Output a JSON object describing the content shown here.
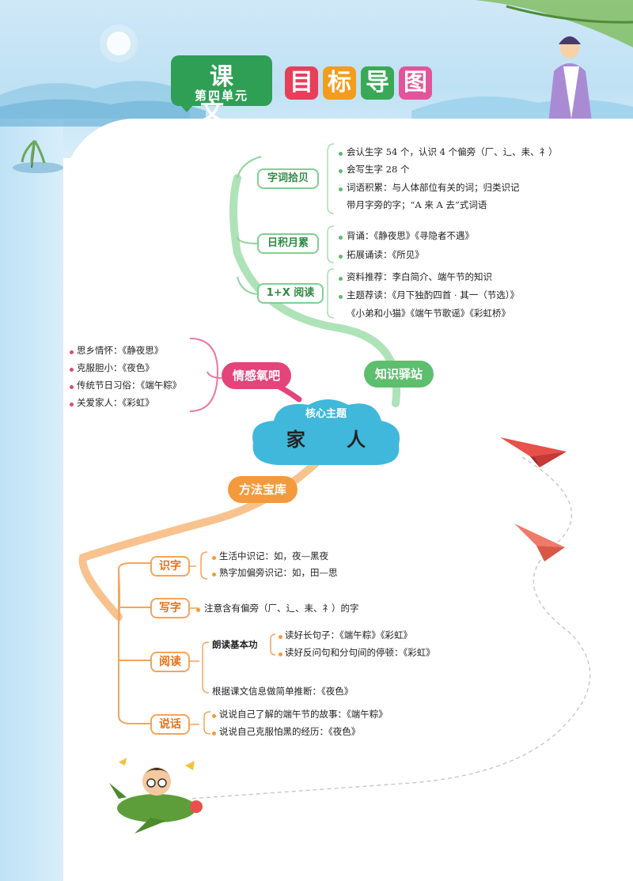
{
  "header": {
    "lesson_label": "课文",
    "unit_label": "第四单元",
    "title_chars": [
      "目",
      "标",
      "导",
      "图"
    ],
    "title_colors": [
      "#e83e5a",
      "#f39c1e",
      "#3aa856",
      "#e3559a"
    ]
  },
  "core": {
    "label": "核心主题",
    "title": "家 人"
  },
  "branches": {
    "knowledge": {
      "label": "知识驿站",
      "color": "#5dbf6e",
      "groups": [
        {
          "label": "字词拾贝",
          "items": [
            "会认生字 54 个，认识 4 个偏旁（厂、辶、耒、礻）",
            "会写生字 28 个",
            "词语积累：与人体部位有关的词；归类识记",
            "带月字旁的字；“A 来 A 去”式词语"
          ]
        },
        {
          "label": "日积月累",
          "items": [
            "背诵：《静夜思》《寻隐者不遇》",
            "拓展诵读：《所见》"
          ]
        },
        {
          "label": "1+X 阅读",
          "items": [
            "资料推荐：李白简介、端午节的知识",
            "主题荐读：《月下独酌四首 · 其一（节选）》",
            "《小弟和小猫》《端午节歌谣》《彩虹桥》"
          ]
        }
      ]
    },
    "emotion": {
      "label": "情感氧吧",
      "color": "#e3447a",
      "items": [
        "思乡情怀：《静夜思》",
        "克服胆小：《夜色》",
        "传统节日习俗：《端午粽》",
        "关爱家人：《彩虹》"
      ]
    },
    "method": {
      "label": "方法宝库",
      "color": "#f39a3d",
      "groups": [
        {
          "label": "识字",
          "items": [
            "生活中识记：如，夜—黑夜",
            "熟字加偏旁识记：如，田—思"
          ]
        },
        {
          "label": "写字",
          "items": [
            "注意含有偏旁（厂、辶、耒、礻）的字"
          ]
        },
        {
          "label": "阅读",
          "sub_label": "朗读基本功",
          "sub_items": [
            "读好长句子：《端午粽》《彩虹》",
            "读好反问句和分句间的停顿：《彩虹》"
          ],
          "items": [
            "根据课文信息做简单推断：《夜色》"
          ]
        },
        {
          "label": "说话",
          "items": [
            "说说自己了解的端午节的故事：《端午粽》",
            "说说自己克服怕黑的经历：《夜色》"
          ]
        }
      ]
    }
  }
}
